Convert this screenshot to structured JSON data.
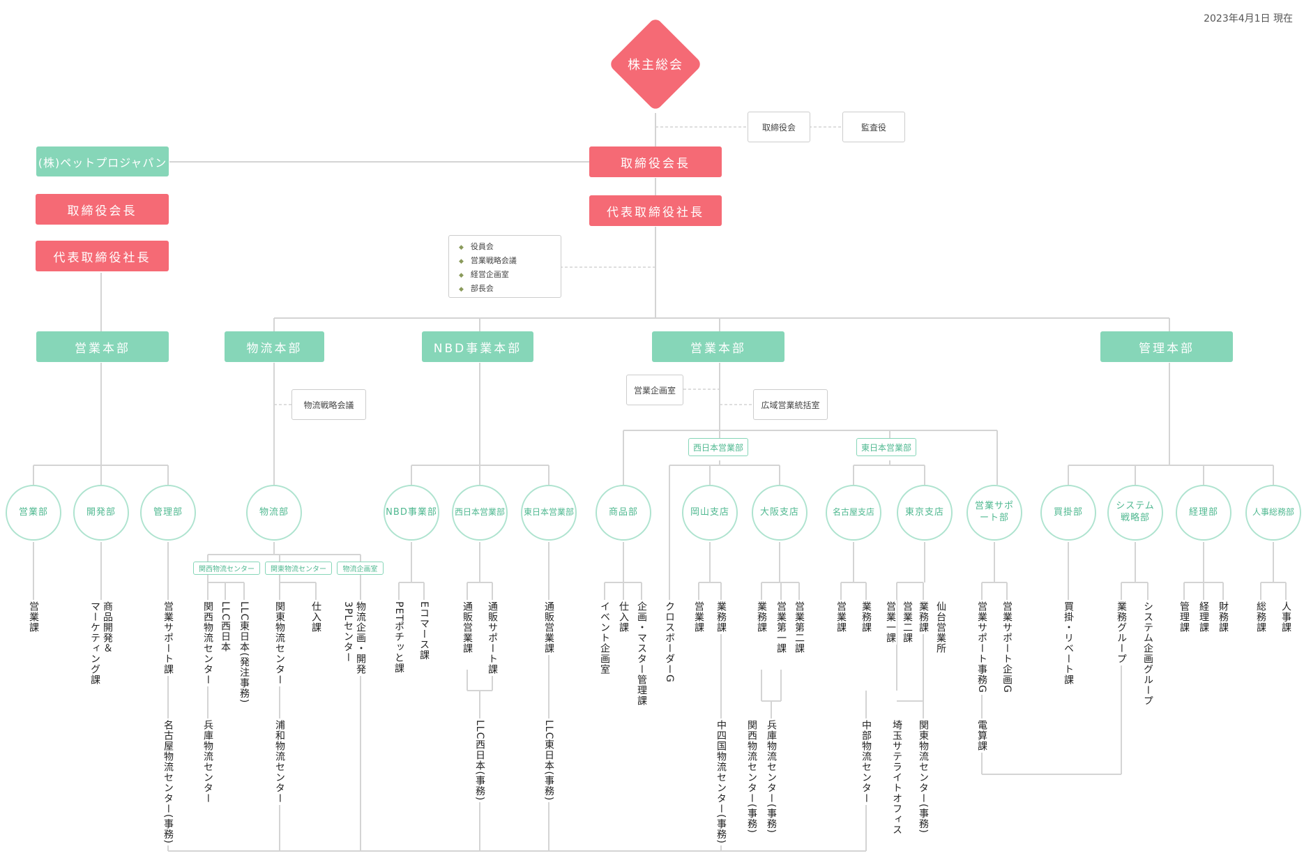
{
  "date": "2023年4月1日 現在",
  "top": {
    "shareholders": "株主総会",
    "board": "取締役会",
    "auditor": "監査役",
    "chairman": "取締役会長",
    "president": "代表取締役社長",
    "meetings": [
      "役員会",
      "営業戦略会議",
      "経営企画室",
      "部長会"
    ]
  },
  "subsidiary": {
    "name": "(株)ペットプロジャパン",
    "chairman": "取締役会長",
    "president": "代表取締役社長",
    "division": "営業本部",
    "depts": [
      "営業部",
      "開発部",
      "管理部"
    ],
    "sections": {
      "sales": [
        "営業課"
      ],
      "dev": [
        "商品開発＆",
        "マーケティング課"
      ],
      "admin": [
        "営業サポート課"
      ],
      "admin_sub": "名古屋物流センター(事務)"
    }
  },
  "logistics": {
    "division": "物流本部",
    "council": "物流戦略会議",
    "dept": "物流部",
    "centers": [
      "関西物流センター",
      "関東物流センター",
      "物流企画室"
    ],
    "kansai": [
      "関西物流センター",
      "LLC西日本",
      "LLC東日本(発注事務)"
    ],
    "kansai_sub": "兵庫物流センター",
    "kanto": [
      "関東物流センター",
      "仕入課"
    ],
    "kanto_sub": "浦和物流センター",
    "planning": [
      "物流企画・開発",
      "3PLセンター"
    ]
  },
  "nbd": {
    "division": "NBD事業本部",
    "depts": [
      "NBD事業部",
      "西日本営業部",
      "東日本営業部"
    ],
    "nbd_sections": [
      "PETポチッと課",
      "Eコマース課"
    ],
    "west_sections": [
      "通販営業課",
      "通販サポート課"
    ],
    "west_sub": "LLC西日本(事務)",
    "east_sections": [
      "通販営業課"
    ],
    "east_sub": "LLC東日本(事務)"
  },
  "sales": {
    "division": "営業本部",
    "planning_room": "営業企画室",
    "regional_room": "広域営業統括室",
    "west_group": "西日本営業部",
    "east_group": "東日本営業部",
    "depts": [
      "商品部",
      "岡山支店",
      "大阪支店",
      "名古屋支店",
      "東京支店",
      "営業サポート部"
    ],
    "products": [
      "イベント企画室",
      "仕入課",
      "企画・マスター管理課"
    ],
    "crossborder": "クロスボーダーG",
    "okayama": [
      "営業課",
      "業務課"
    ],
    "okayama_sub": "中四国物流センター(事務)",
    "osaka": [
      "業務課",
      "営業第一課",
      "営業第二課"
    ],
    "osaka_sub": [
      "関西物流センター(事務)",
      "兵庫物流センター(事務)"
    ],
    "nagoya": [
      "営業課",
      "業務課"
    ],
    "nagoya_sub": "中部物流センター",
    "tokyo": [
      "営業一課",
      "営業二課",
      "業務課",
      "仙台営業所"
    ],
    "tokyo_sub": [
      "埼玉サテライトオフィス",
      "関東物流センター(事務)"
    ],
    "support": [
      "営業サポート事務G",
      "営業サポート企画G"
    ],
    "support_sub": "電算課"
  },
  "admin": {
    "division": "管理本部",
    "depts": [
      "買掛部",
      "システム戦略部",
      "経理部",
      "人事総務部"
    ],
    "kaikake": [
      "買掛・リベート課"
    ],
    "system": [
      "業務グループ",
      "システム企画グループ"
    ],
    "accounting": [
      "管理課",
      "経理課",
      "財務課"
    ],
    "hr": [
      "総務課",
      "人事課"
    ]
  }
}
